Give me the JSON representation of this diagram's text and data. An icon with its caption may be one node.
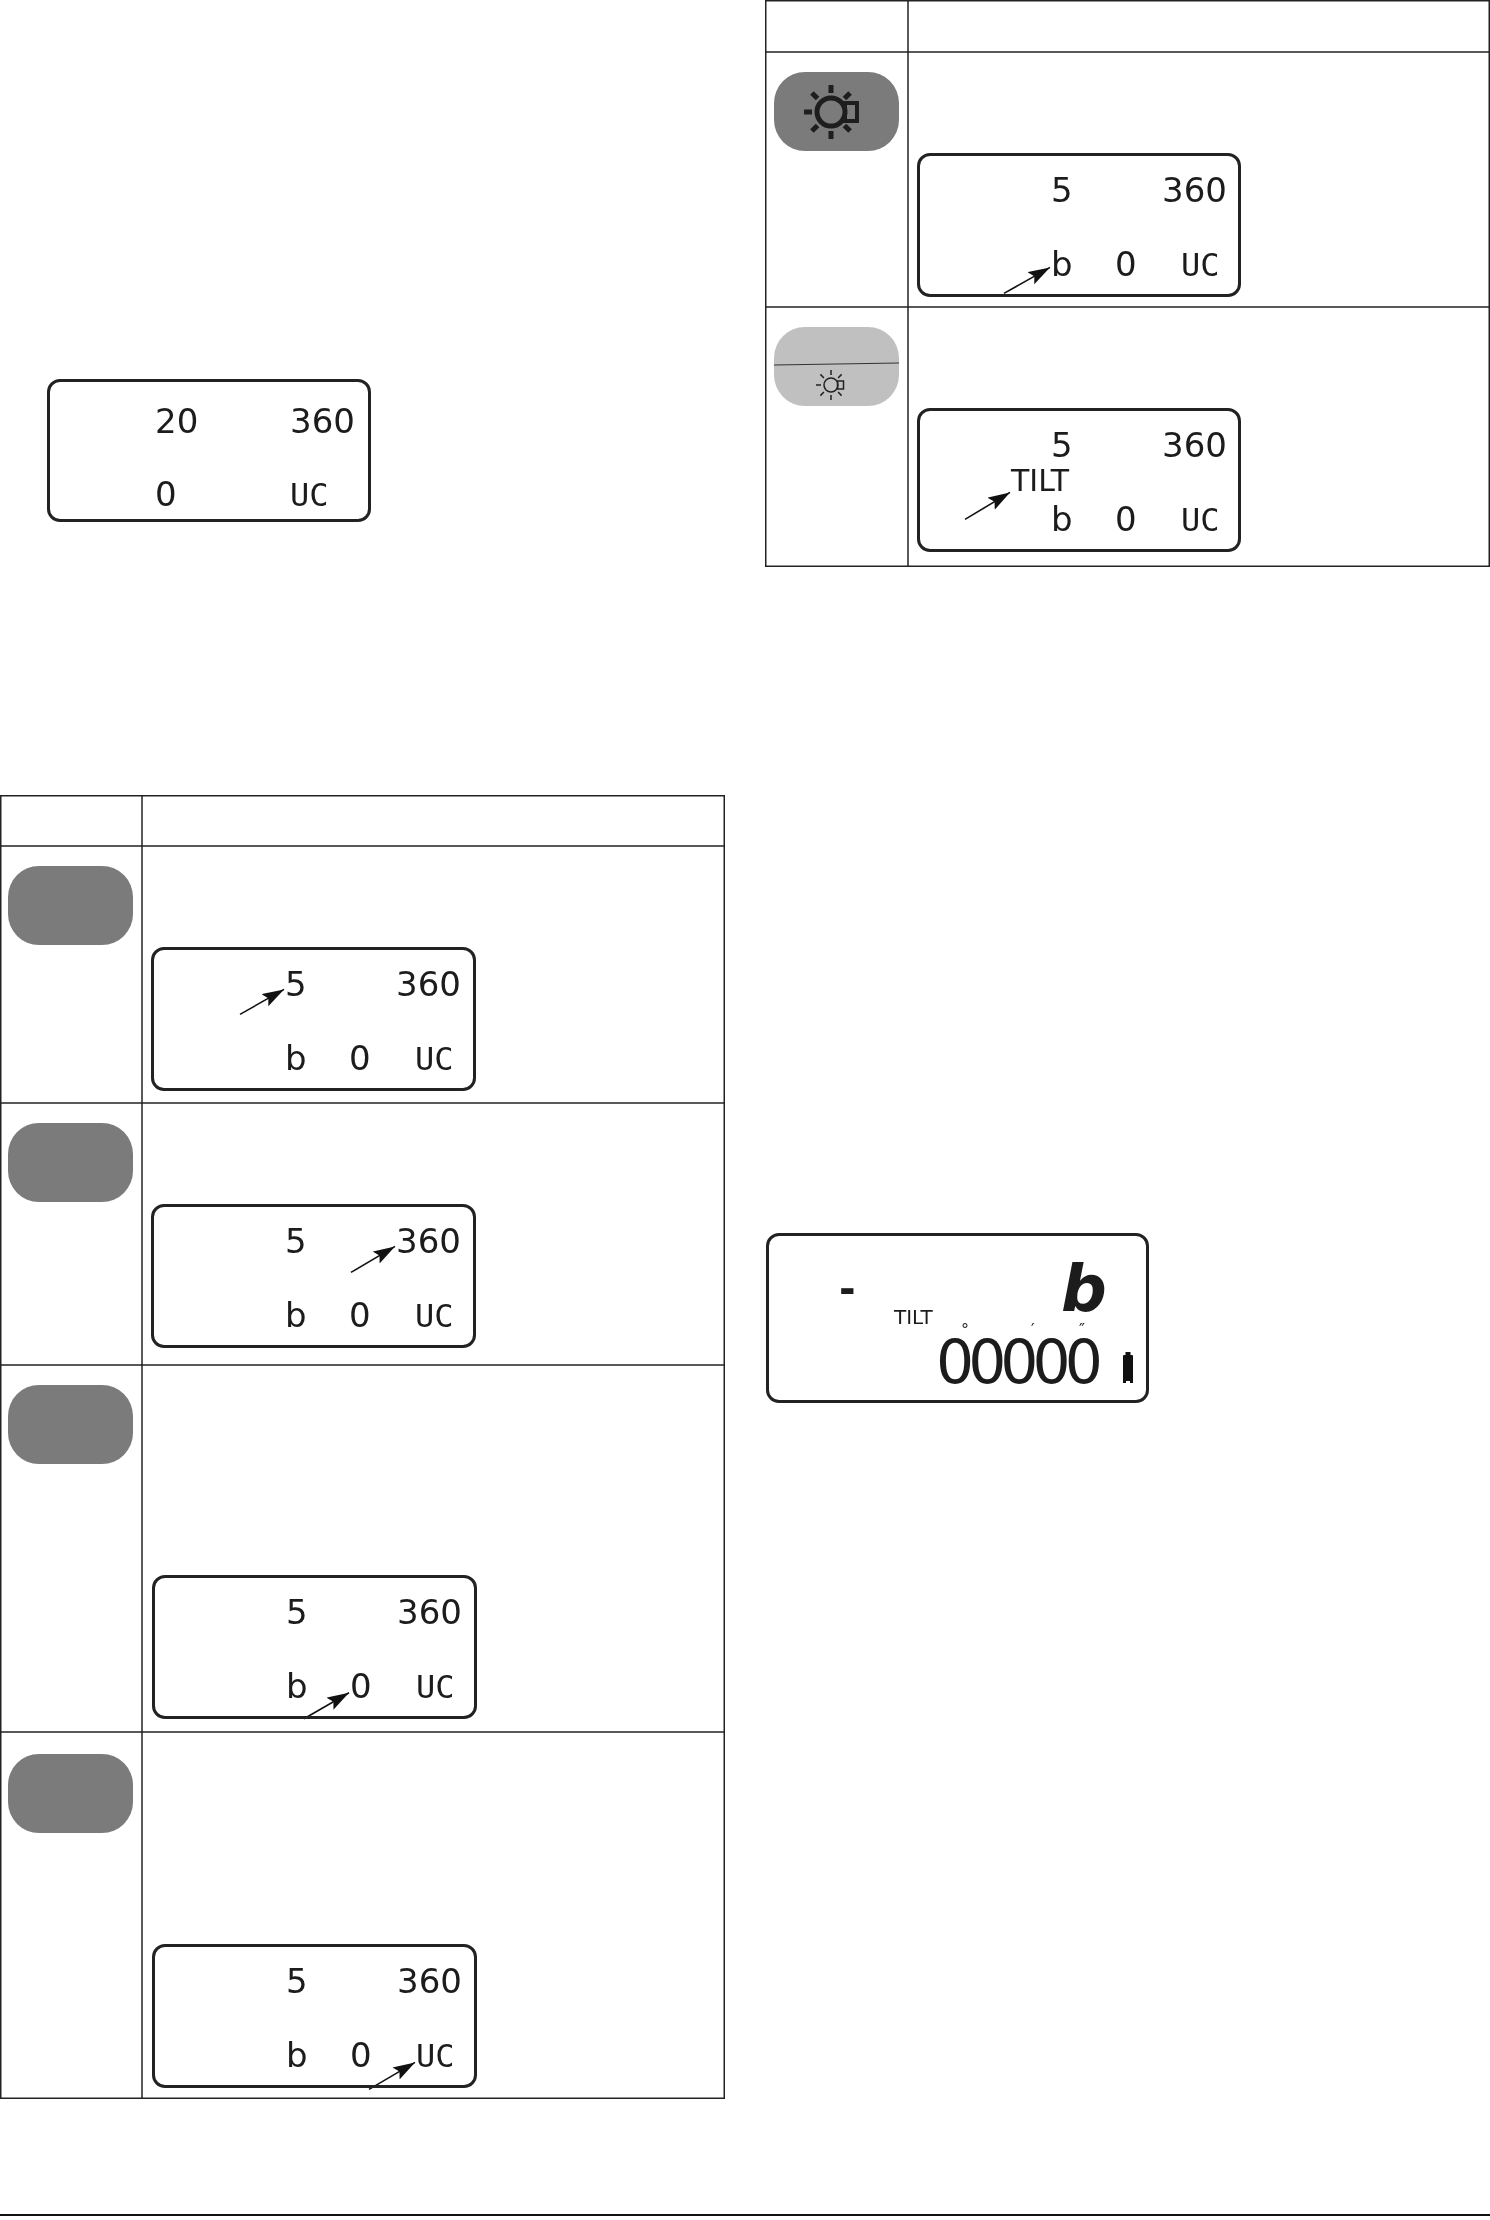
{
  "diagram": {
    "nodes": [
      {
        "text": [
          "20",
          "360",
          "0",
          "UC"
        ]
      },
      {
        "text": [
          "360",
          "b",
          "0",
          "UC"
        ]
      },
      {
        "text": [
          "5"
        ],
        "in": 1
      },
      {
        "text": [
          "5",
          "b",
          "0",
          "UC"
        ]
      },
      {
        "text": [
          "360"
        ],
        "in": 3
      },
      {
        "text": [
          "5",
          "360",
          "b",
          "UC"
        ]
      },
      {
        "text": [
          "0"
        ],
        "in": 5
      },
      {
        "text": [
          "5",
          "360",
          "b",
          "0"
        ]
      },
      {
        "text": [
          "UC"
        ],
        "in": 7
      },
      {
        "text": [
          "5",
          "360",
          "0",
          "UC"
        ]
      },
      {
        "text": [
          "b"
        ],
        "in": 9
      },
      {
        "text": [
          "5",
          "360",
          "b",
          "0",
          "UC"
        ]
      },
      {
        "text": [
          "TILT"
        ],
        "in": 11
      },
      {
        "text": [
          "-",
          "b",
          "TILT",
          "°",
          "′",
          "″",
          "00000"
        ]
      }
    ],
    "edges": [
      {
        "from": null,
        "to": 2,
        "arrow": "to"
      },
      {
        "from": null,
        "to": 4,
        "arrow": "to"
      },
      {
        "from": null,
        "to": 6,
        "arrow": "to"
      },
      {
        "from": null,
        "to": 8,
        "arrow": "to"
      },
      {
        "from": null,
        "to": 10,
        "arrow": "to"
      },
      {
        "from": null,
        "to": 12,
        "arrow": "to"
      }
    ]
  }
}
